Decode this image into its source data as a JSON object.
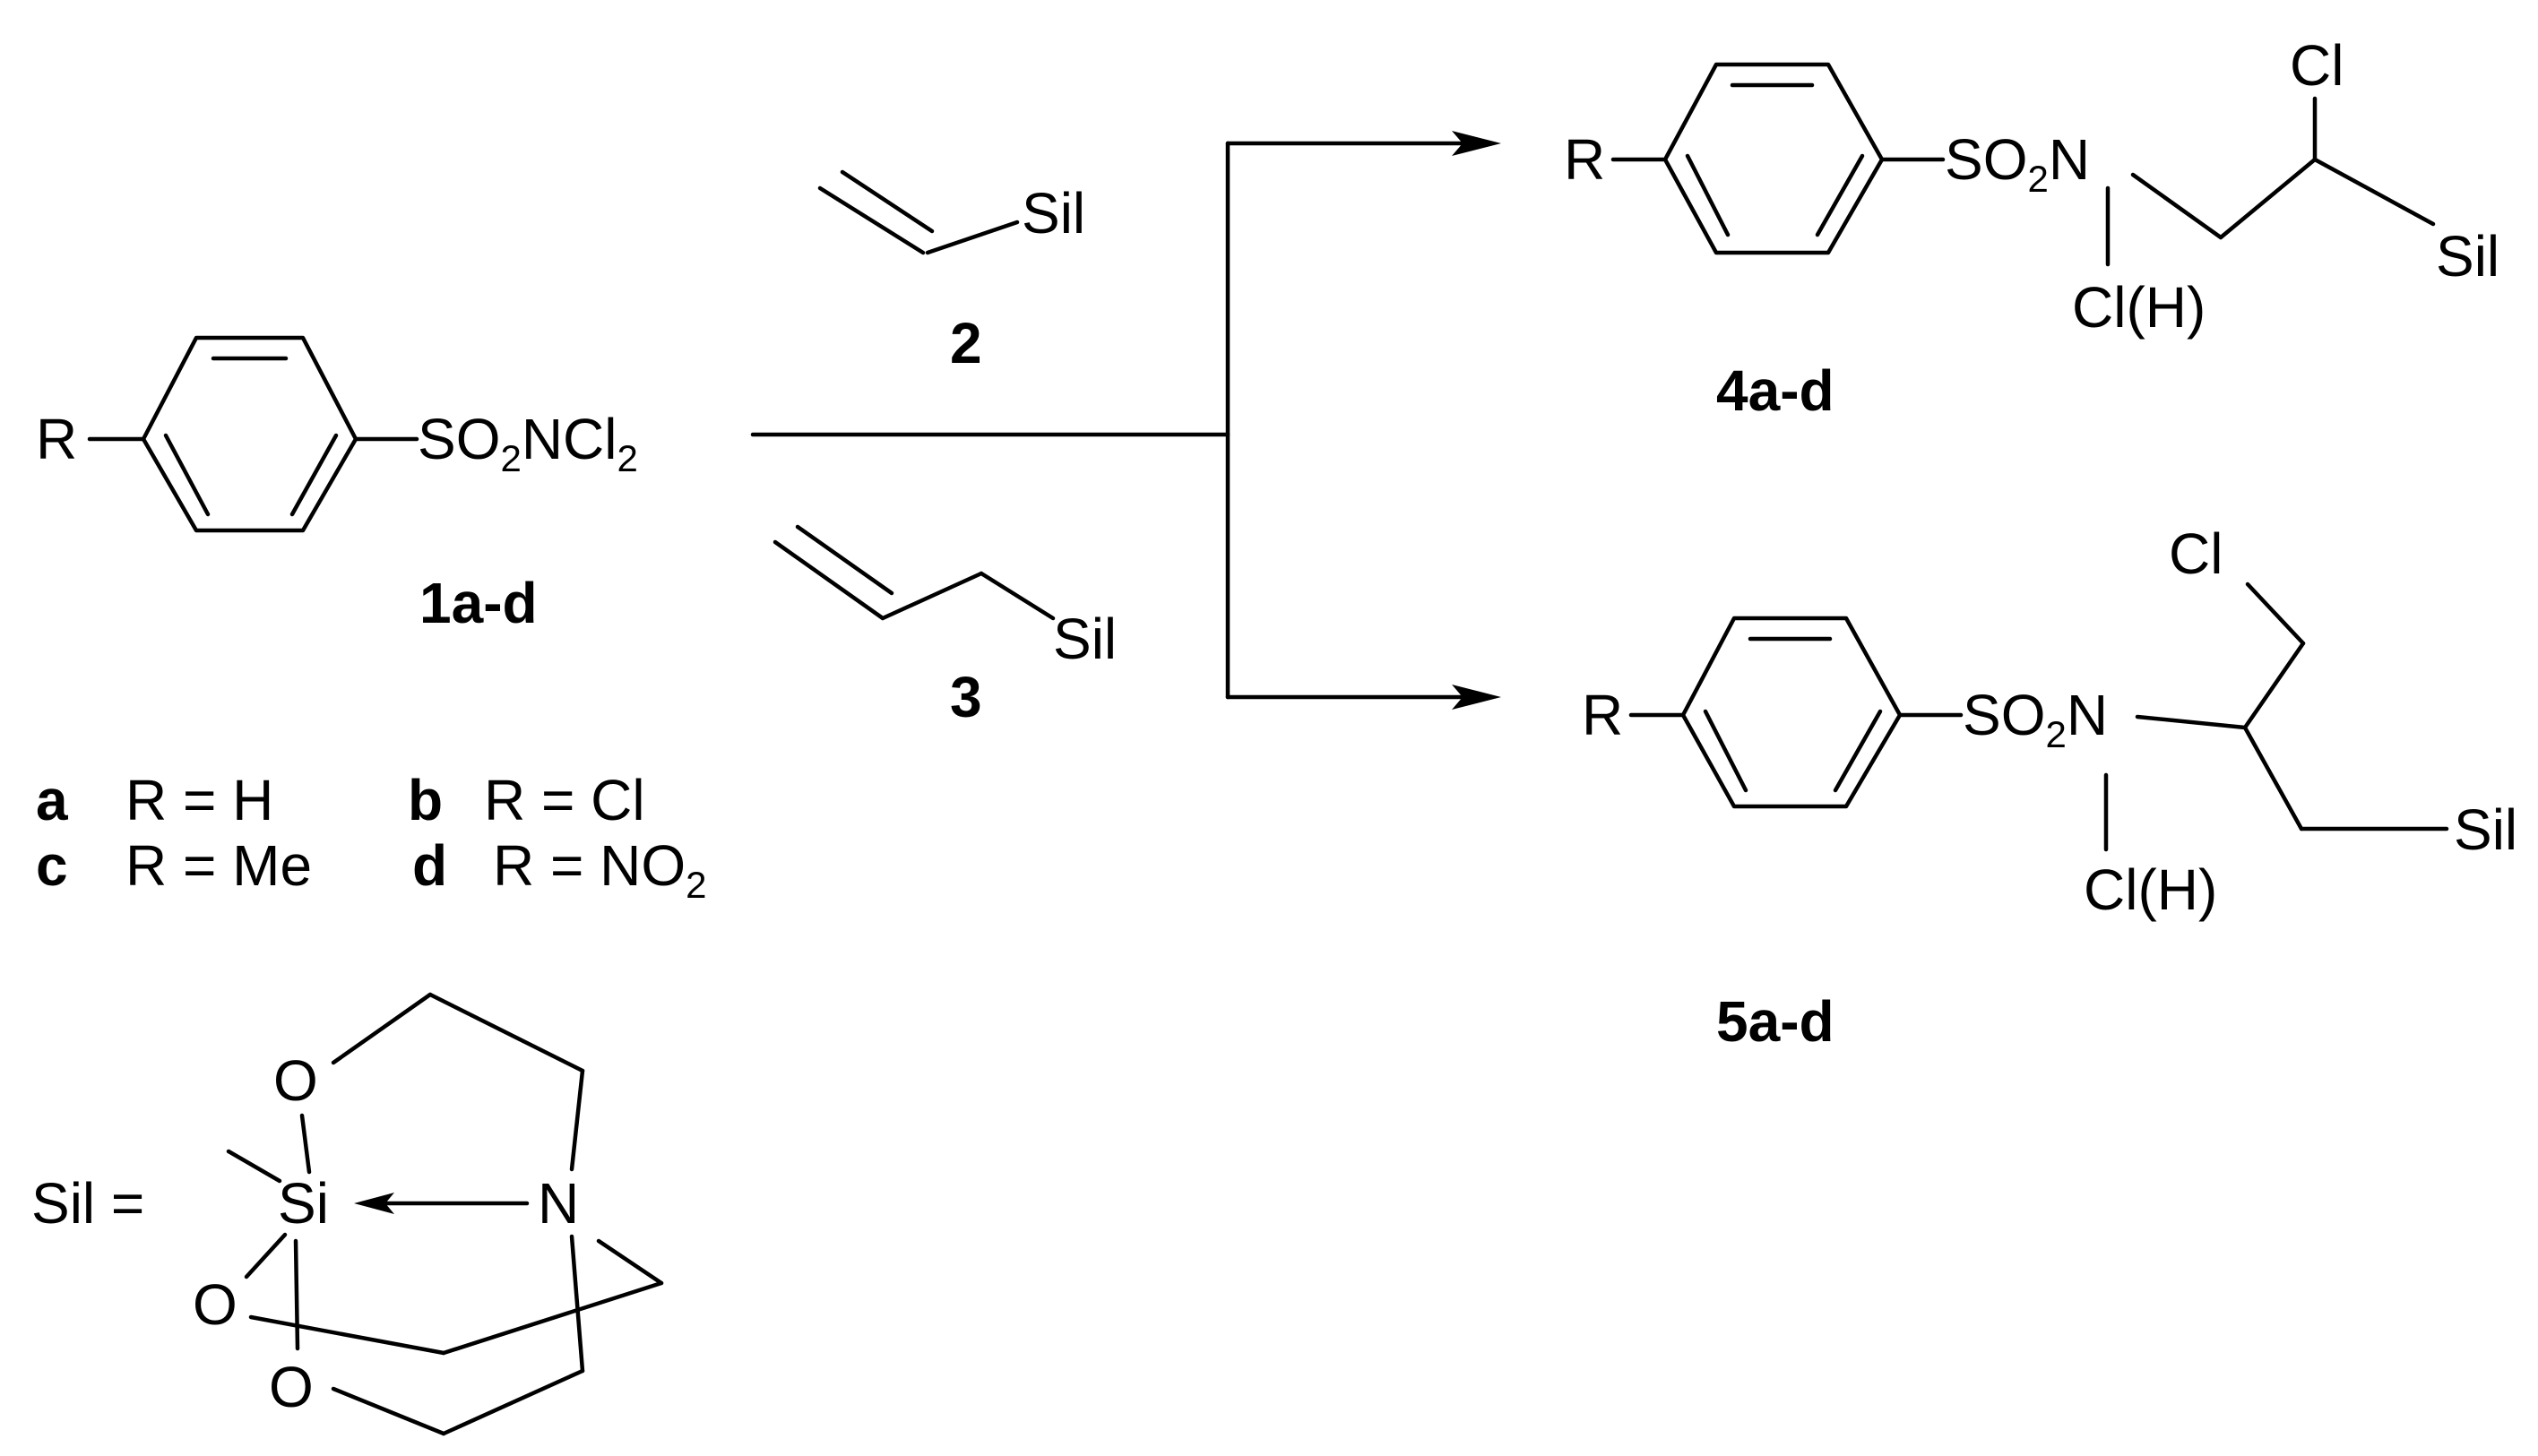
{
  "scheme": {
    "reactant": {
      "substituent": "R",
      "group": [
        "SO",
        "2",
        "NCl",
        "2"
      ],
      "label": "1a-d"
    },
    "reagent_vinyl": {
      "group": "Sil",
      "label": "2"
    },
    "reagent_allyl": {
      "group": "Sil",
      "label": "3"
    },
    "product_4": {
      "substituent": "R",
      "group": [
        "SO",
        "2",
        "N"
      ],
      "n_substituent": "Cl(H)",
      "chain_cl": "Cl",
      "chain_end": "Sil",
      "label": "4a-d"
    },
    "product_5": {
      "substituent": "R",
      "group": [
        "SO",
        "2",
        "N"
      ],
      "n_substituent": "Cl(H)",
      "chain_cl": "Cl",
      "chain_end": "Sil",
      "label": "5a-d"
    },
    "variants": [
      {
        "key": "a",
        "text": "R = H"
      },
      {
        "key": "b",
        "text": "R = Cl"
      },
      {
        "key": "c",
        "text": "R = Me"
      },
      {
        "key": "d",
        "text": "R = NO",
        "sub": "2"
      }
    ],
    "silatrane": {
      "prefix": "Sil =",
      "si": "Si",
      "n": "N",
      "o1": "O",
      "o2": "O",
      "o3": "O"
    }
  }
}
